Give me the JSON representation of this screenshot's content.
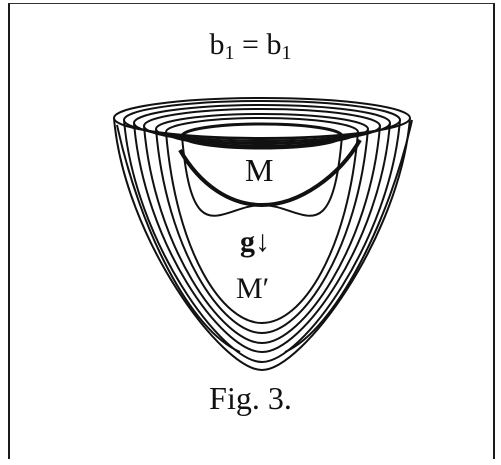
{
  "diagram": {
    "title": {
      "base": "b",
      "sub": "1",
      "eq": " = "
    },
    "label_top": "M",
    "label_gravity": "g↓",
    "label_bottom": "M′",
    "caption": "Fig. 3."
  }
}
